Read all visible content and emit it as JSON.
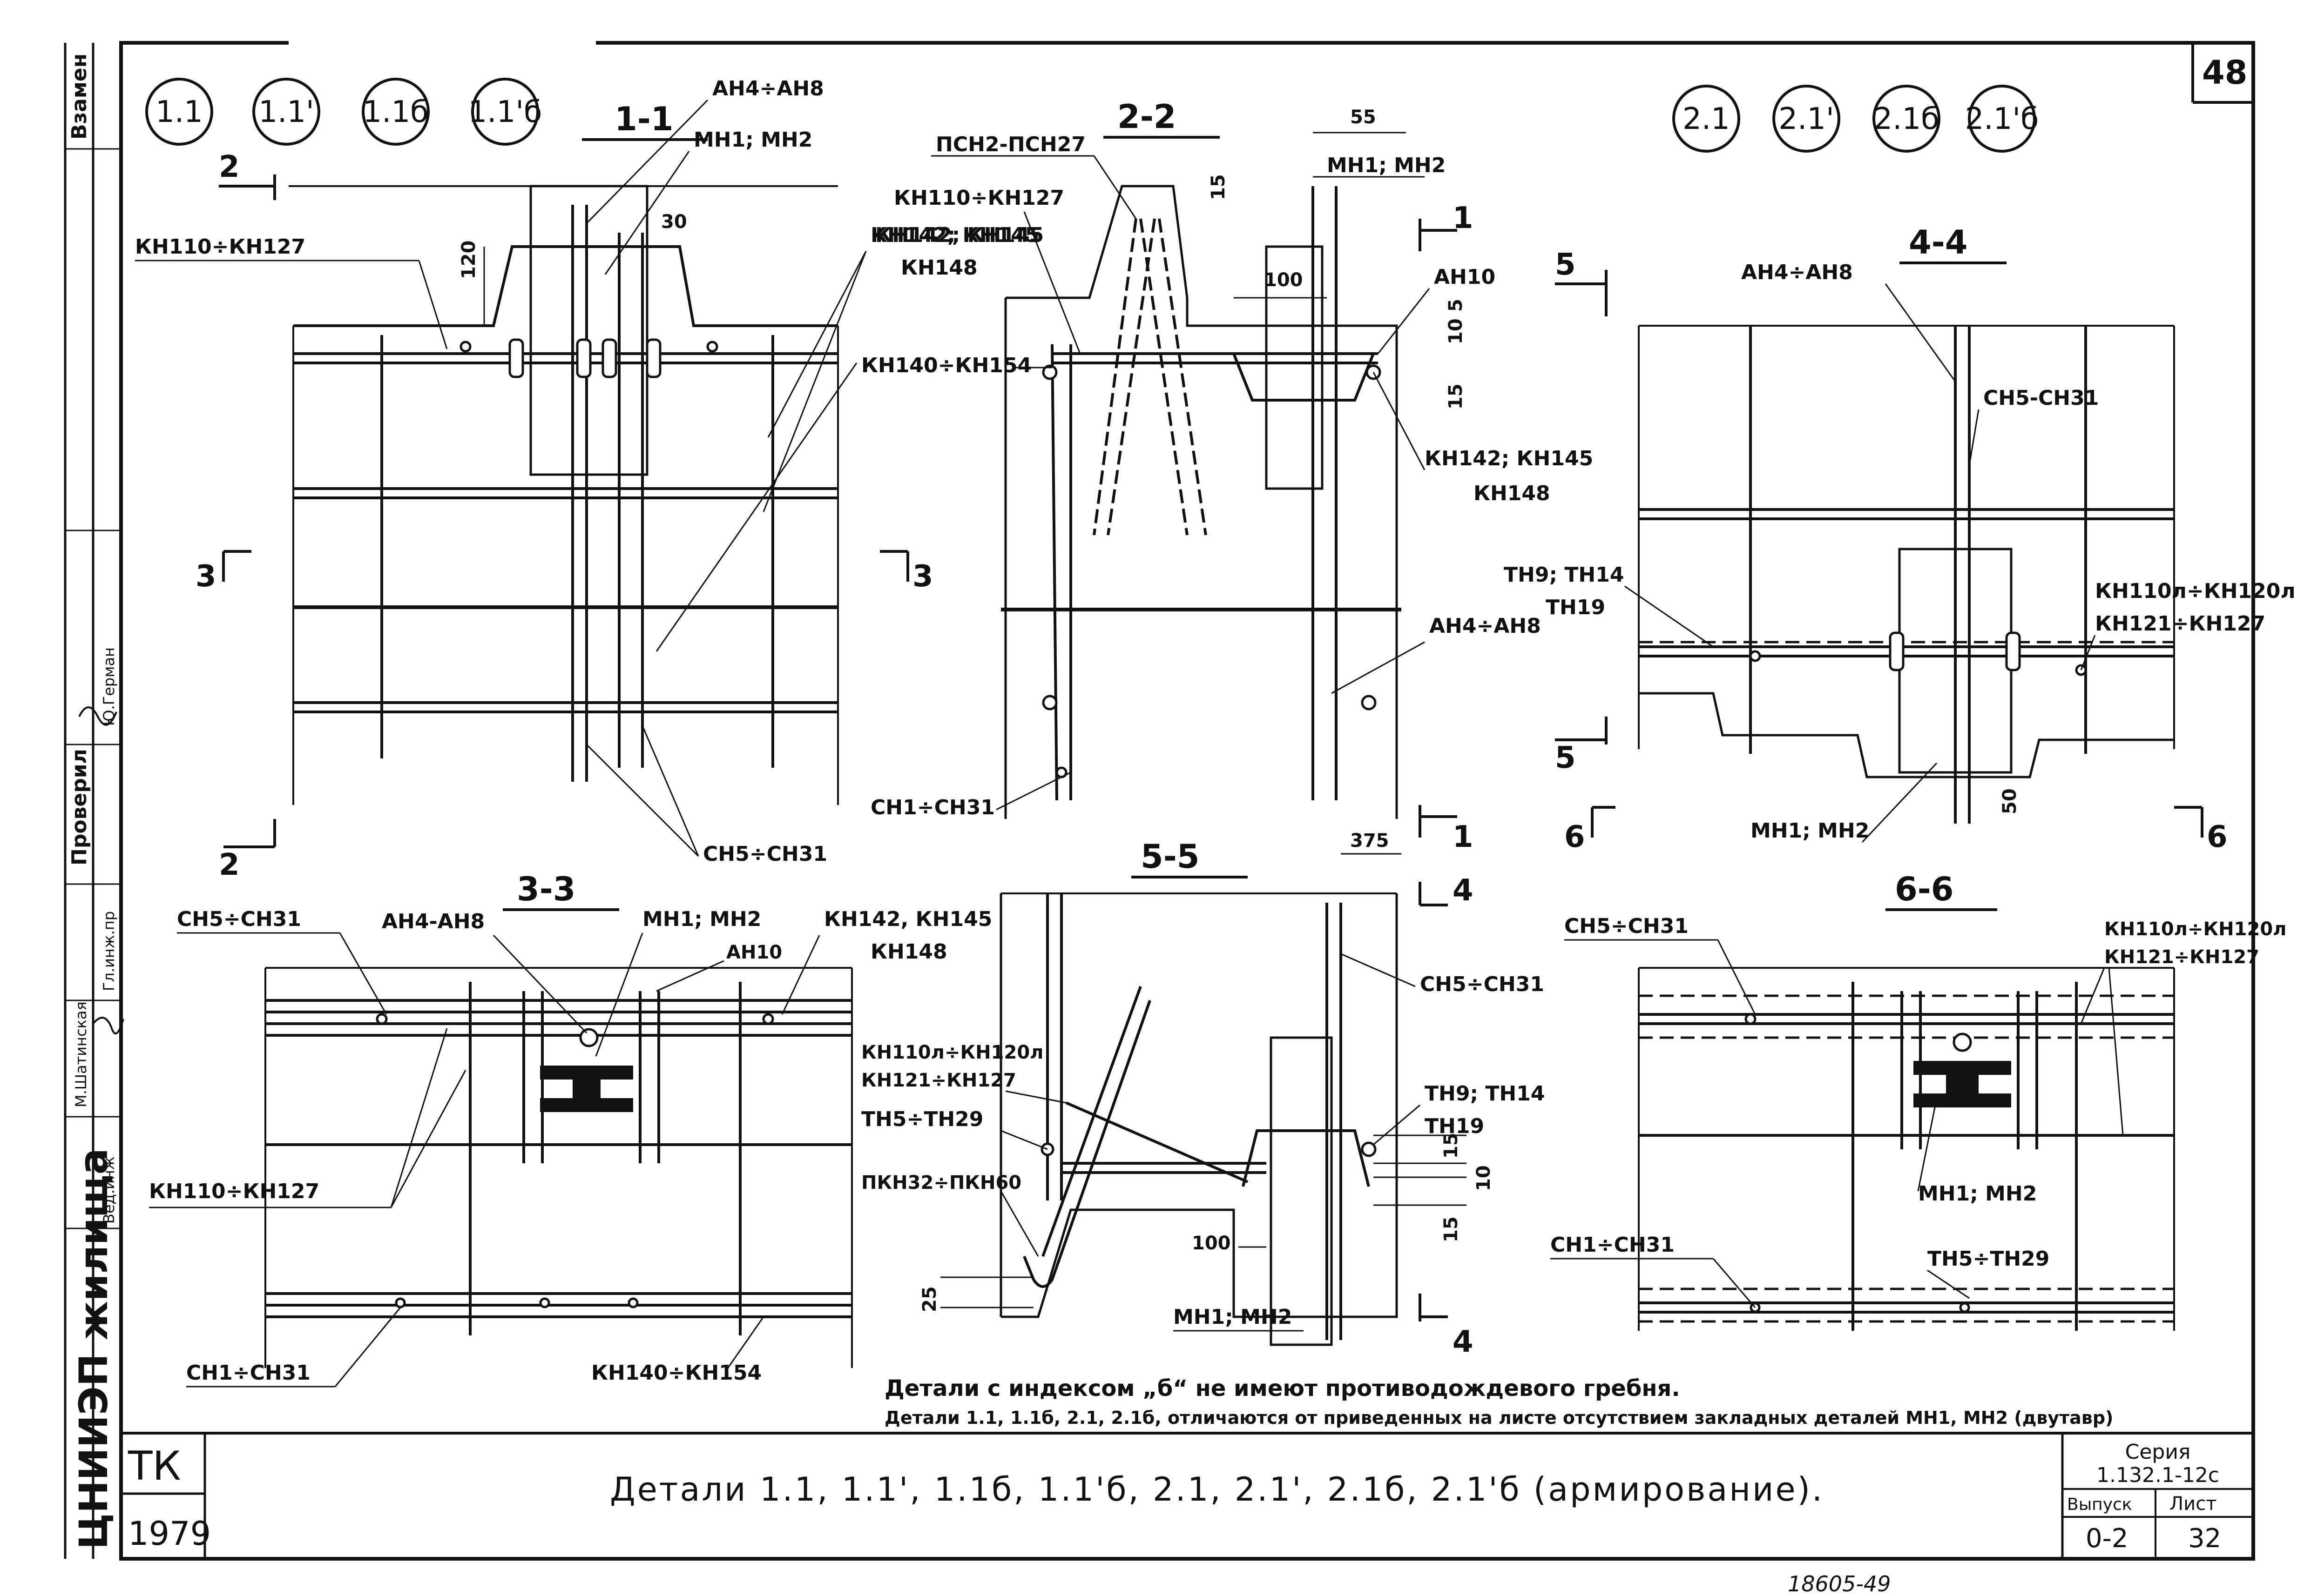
{
  "sheet_number": "48",
  "detail_groups": {
    "group1": [
      "1.1",
      "1.1'",
      "1.1б",
      "1.1'б"
    ],
    "group2": [
      "2.1",
      "2.1'",
      "2.1б",
      "2.1'б"
    ]
  },
  "sections": {
    "s1": {
      "title": "1-1",
      "labels": [
        "АН4÷АН8",
        "МН1; МН2",
        "КН110÷КН127",
        "КН142; КН145",
        "КН148",
        "КН140÷КН154",
        "СН5÷СН31"
      ],
      "dims": [
        "120",
        "30"
      ],
      "markers": [
        "2",
        "2",
        "3",
        "3"
      ]
    },
    "s2": {
      "title": "2-2",
      "labels": [
        "ПСН2-ПСН27",
        "КН110÷КН127",
        "КН142; КН145",
        "КН148",
        "КН140÷КН154",
        "МН1; МН2",
        "АН10",
        "КН142; КН145",
        "КН148",
        "АН4÷АН8",
        "СН1÷СН31"
      ],
      "dims": [
        "55",
        "15",
        "100",
        "10",
        "5",
        "15",
        "375"
      ],
      "markers": [
        "1",
        "1"
      ]
    },
    "s3": {
      "title": "3-3",
      "labels": [
        "СН5÷СН31",
        "АН4-АН8",
        "МН1; МН2",
        "КН142, КН145",
        "КН148",
        "АН10",
        "КН110÷КН127",
        "СН1÷СН31",
        "КН140÷КН154"
      ]
    },
    "s4": {
      "title": "4-4",
      "labels": [
        "АН4÷АН8",
        "СН5-СН31",
        "ТН9; ТН14",
        "ТН19",
        "КН110л÷КН120л",
        "КН121÷КН127",
        "МН1; МН2"
      ],
      "dims": [
        "50"
      ],
      "markers": [
        "5",
        "5",
        "6",
        "6"
      ]
    },
    "s5": {
      "title": "5-5",
      "labels": [
        "СН5÷СН31",
        "КН110л÷КН120л",
        "КН121÷КН127",
        "ТН5÷ТН29",
        "ПКН32÷ПКН60",
        "ТН9; ТН14",
        "ТН19",
        "МН1; МН2"
      ],
      "dims": [
        "15",
        "10",
        "15",
        "100",
        "25"
      ],
      "markers": [
        "4",
        "4"
      ]
    },
    "s6": {
      "title": "6-6",
      "labels": [
        "СН5÷СН31",
        "КН110л÷КН120л",
        "КН121÷КН127",
        "МН1; МН2",
        "СН1÷СН31",
        "ТН5÷ТН29"
      ]
    }
  },
  "notes": [
    "Детали с индексом „б“ не имеют противодождевого гребня.",
    "Детали 1.1, 1.1б, 2.1, 2.1б, отличаются от приведенных на листе отсутствием закладных деталей МН1, МН2 (двутавр)"
  ],
  "title_block": {
    "org_code": "ТК",
    "year": "1979",
    "title": "Детали 1.1, 1.1', 1.1б, 1.1'б, 2.1, 2.1', 2.1б, 2.1'б (армирование).",
    "series_label": "Серия",
    "series_value": "1.132.1-12с",
    "issue_label": "Выпуск",
    "issue_value": "0-2",
    "sheet_label": "Лист",
    "sheet_value": "32"
  },
  "side_stamp": {
    "institute": "ЦНИИЭП жилища",
    "replaces": "Взамен",
    "checked": "Проверил",
    "roles": [
      "Гл.инж.пр",
      "Вед.инж"
    ],
    "names": [
      "Ю.Герман",
      "М.Шатинская"
    ]
  },
  "bottom_note": "18605-49"
}
